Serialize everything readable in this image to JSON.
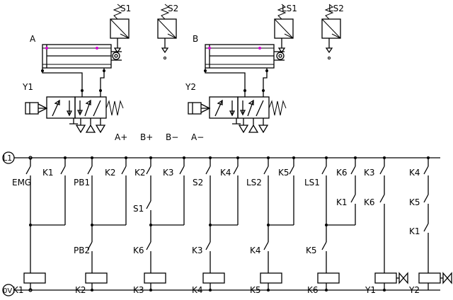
{
  "cylinders": [
    {
      "id": "A",
      "label": "A",
      "valve": "Y1",
      "sw_left": "S1",
      "sw_right": "S2"
    },
    {
      "id": "B",
      "label": "B",
      "valve": "Y2",
      "sw_left": "LS1",
      "sw_right": "LS2"
    }
  ],
  "sequence": [
    "A+",
    "B+",
    "B−",
    "A−"
  ],
  "rails": {
    "top": "L1",
    "bottom": "0V"
  },
  "rungs": [
    {
      "top": "EMG",
      "mid": "K1",
      "coil": "K1"
    },
    {
      "top": "PB1",
      "mid": "K2",
      "low": "PB2",
      "coil": "K2"
    },
    {
      "top": "K2",
      "mid": "K3",
      "s": "S1",
      "low": "K6",
      "coil": "K3"
    },
    {
      "top": "S2",
      "mid": "K4",
      "low": "K3",
      "coil": "K4"
    },
    {
      "top": "LS2",
      "mid": "K5",
      "low": "K4",
      "coil": "K5"
    },
    {
      "top": "LS1",
      "mid": "K6",
      "s": "K1",
      "low": "K5",
      "coil": "K6"
    },
    {
      "top": "K3",
      "mid": "K6",
      "coil": "Y1"
    },
    {
      "top": "K4",
      "mid": "K5",
      "low": "K1",
      "coil": "Y2"
    }
  ]
}
